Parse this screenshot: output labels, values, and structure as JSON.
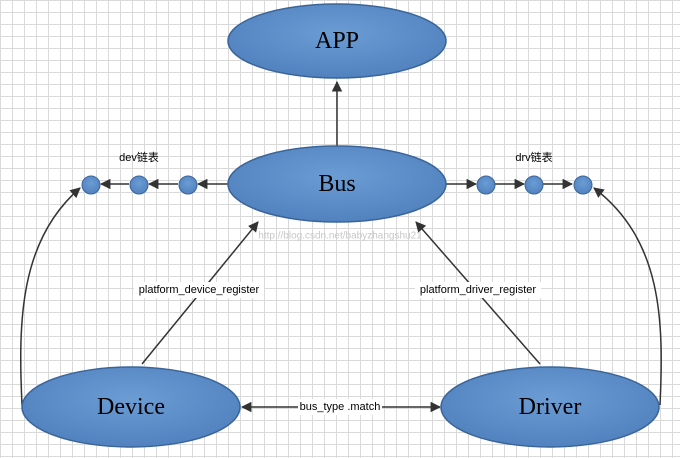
{
  "nodes": {
    "app": "APP",
    "bus": "Bus",
    "device": "Device",
    "driver": "Driver"
  },
  "lists": {
    "dev": "dev链表",
    "drv": "drv链表"
  },
  "edges": {
    "device_register": "platform_device_register",
    "driver_register": "platform_driver_register",
    "match": "bus_type .match"
  },
  "watermark": "http://blog.csdn.net/babyzhangshu21",
  "colors": {
    "node_fill": "#5b8dc9",
    "node_stroke": "#3a659a",
    "list_node_fill": "#5b8dc9",
    "line": "#333333"
  }
}
